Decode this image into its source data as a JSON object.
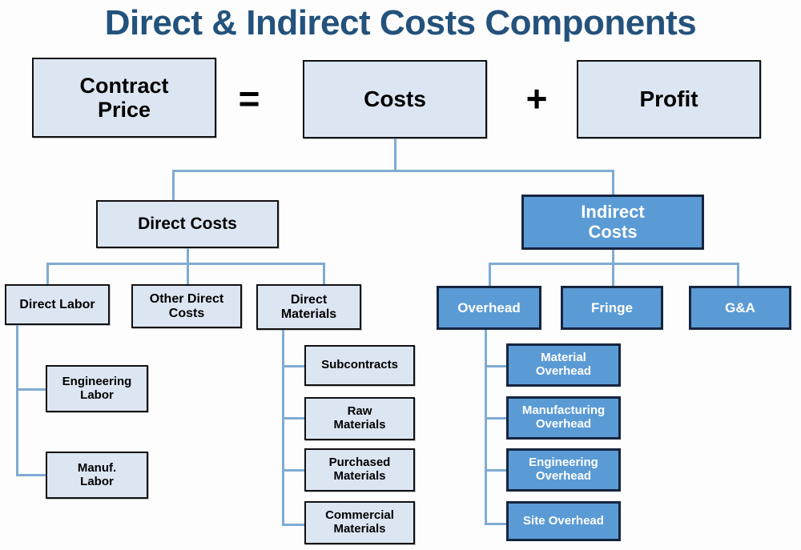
{
  "page": {
    "title": "Direct & Indirect Costs Components",
    "background_color": "#fdfdfd",
    "title_color": "#23527c"
  },
  "palette": {
    "light_box_fill": "#dce6f2",
    "light_box_border": "#101010",
    "blue_box_fill": "#5b9bd5",
    "blue_box_border": "#16243f",
    "connector_line": "#7fabd4",
    "text_dark": "#000000",
    "text_light": "#ffffff"
  },
  "equation": {
    "left": "Contract\nPrice",
    "left_line1": "Contract",
    "left_line2": "Price",
    "equals_operator": "=",
    "middle": "Costs",
    "plus_operator": "+",
    "right": "Profit"
  },
  "chart_data": {
    "type": "diagram",
    "title": "Direct & Indirect Costs Components",
    "root": "Costs",
    "nodes": [
      {
        "id": "contract_price",
        "label": "Contract Price",
        "style": "light",
        "level": 0
      },
      {
        "id": "costs",
        "label": "Costs",
        "style": "light",
        "level": 0
      },
      {
        "id": "profit",
        "label": "Profit",
        "style": "light",
        "level": 0
      },
      {
        "id": "direct_costs",
        "label": "Direct Costs",
        "style": "light",
        "level": 1,
        "parent": "costs"
      },
      {
        "id": "indirect_costs",
        "label": "Indirect Costs",
        "style": "blue",
        "level": 1,
        "parent": "costs"
      },
      {
        "id": "direct_labor",
        "label": "Direct Labor",
        "style": "light",
        "level": 2,
        "parent": "direct_costs"
      },
      {
        "id": "other_direct_costs",
        "label": "Other Direct Costs",
        "style": "light",
        "level": 2,
        "parent": "direct_costs"
      },
      {
        "id": "direct_materials",
        "label": "Direct Materials",
        "style": "light",
        "level": 2,
        "parent": "direct_costs"
      },
      {
        "id": "overhead",
        "label": "Overhead",
        "style": "blue",
        "level": 2,
        "parent": "indirect_costs"
      },
      {
        "id": "fringe",
        "label": "Fringe",
        "style": "blue",
        "level": 2,
        "parent": "indirect_costs"
      },
      {
        "id": "ga",
        "label": "G&A",
        "style": "blue",
        "level": 2,
        "parent": "indirect_costs"
      },
      {
        "id": "engineering_labor",
        "label": "Engineering Labor",
        "style": "light",
        "level": 3,
        "parent": "direct_labor"
      },
      {
        "id": "manuf_labor",
        "label": "Manuf. Labor",
        "style": "light",
        "level": 3,
        "parent": "direct_labor"
      },
      {
        "id": "subcontracts",
        "label": "Subcontracts",
        "style": "light",
        "level": 3,
        "parent": "direct_materials"
      },
      {
        "id": "raw_materials",
        "label": "Raw Materials",
        "style": "light",
        "level": 3,
        "parent": "direct_materials"
      },
      {
        "id": "purchased_materials",
        "label": "Purchased Materials",
        "style": "light",
        "level": 3,
        "parent": "direct_materials"
      },
      {
        "id": "commercial_materials",
        "label": "Commercial Materials",
        "style": "light",
        "level": 3,
        "parent": "direct_materials"
      },
      {
        "id": "material_overhead",
        "label": "Material Overhead",
        "style": "blue",
        "level": 3,
        "parent": "overhead"
      },
      {
        "id": "manufacturing_overhead",
        "label": "Manufacturing Overhead",
        "style": "blue",
        "level": 3,
        "parent": "overhead"
      },
      {
        "id": "engineering_overhead",
        "label": "Engineering Overhead",
        "style": "blue",
        "level": 3,
        "parent": "overhead"
      },
      {
        "id": "site_overhead",
        "label": "Site Overhead",
        "style": "blue",
        "level": 3,
        "parent": "overhead"
      }
    ]
  },
  "level1": {
    "direct_costs": "Direct Costs",
    "indirect_costs_line1": "Indirect",
    "indirect_costs_line2": "Costs"
  },
  "direct_branch": {
    "direct_labor": "Direct Labor",
    "other_direct_costs_line1": "Other Direct",
    "other_direct_costs_line2": "Costs",
    "direct_materials_line1": "Direct",
    "direct_materials_line2": "Materials",
    "engineering_labor_line1": "Engineering",
    "engineering_labor_line2": "Labor",
    "manuf_labor_line1": "Manuf.",
    "manuf_labor_line2": "Labor",
    "subcontracts": "Subcontracts",
    "raw_materials_line1": "Raw",
    "raw_materials_line2": "Materials",
    "purchased_materials_line1": "Purchased",
    "purchased_materials_line2": "Materials",
    "commercial_materials_line1": "Commercial",
    "commercial_materials_line2": "Materials"
  },
  "indirect_branch": {
    "overhead": "Overhead",
    "fringe": "Fringe",
    "ga": "G&A",
    "material_overhead_line1": "Material",
    "material_overhead_line2": "Overhead",
    "manufacturing_overhead_line1": "Manufacturing",
    "manufacturing_overhead_line2": "Overhead",
    "engineering_overhead_line1": "Engineering",
    "engineering_overhead_line2": "Overhead",
    "site_overhead": "Site Overhead"
  }
}
